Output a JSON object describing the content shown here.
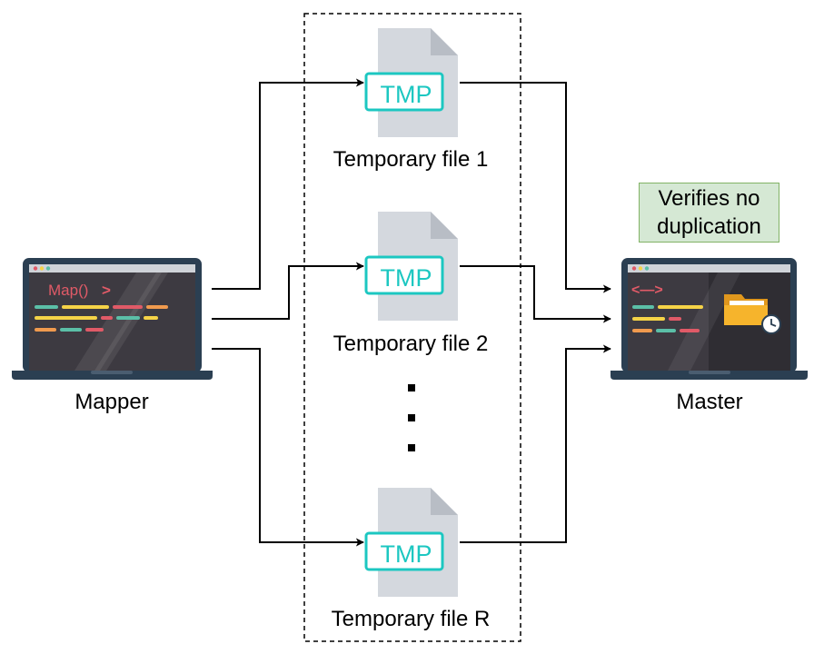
{
  "nodes": {
    "mapper": {
      "label": "Mapper",
      "screen_text": "Map()",
      "screen_arrow": ">"
    },
    "master": {
      "label": "Master",
      "screen_text": "<—>"
    },
    "files": [
      {
        "label": "Temporary file 1",
        "badge": "TMP"
      },
      {
        "label": "Temporary file 2",
        "badge": "TMP"
      },
      {
        "label": "Temporary file R",
        "badge": "TMP"
      }
    ],
    "note": "Verifies no duplication"
  },
  "colors": {
    "laptop_body": "#2b3f52",
    "screen": "#3d3a41",
    "file_page": "#d4d8de",
    "tmp_badge": "#1cc7c1",
    "note_fill": "#d5e8d4",
    "note_border": "#82b366",
    "code_red": "#e05a67",
    "code_yellow": "#f5d347",
    "code_teal": "#5bbfa7",
    "code_orange": "#f09a4e",
    "folder": "#f6b42c"
  }
}
